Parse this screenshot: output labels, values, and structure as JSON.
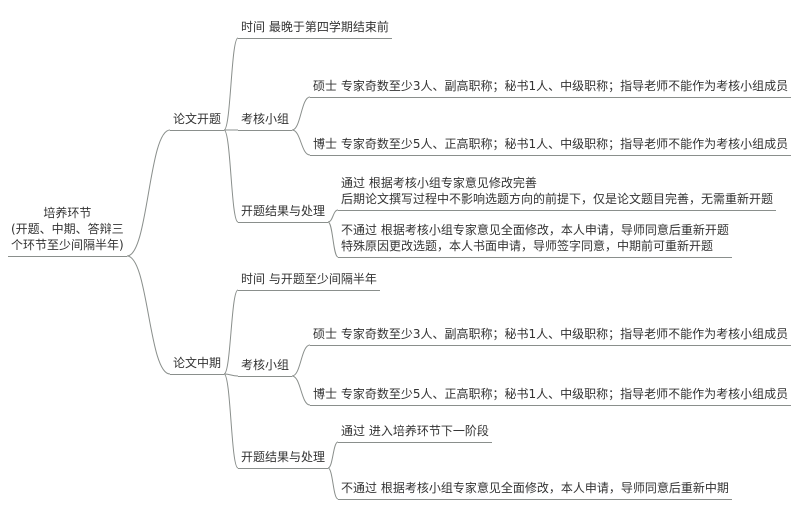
{
  "colors": {
    "line": "#8a8f8c",
    "text": "#333333",
    "background": "#ffffff"
  },
  "root": {
    "label": "培养环节\n(开题、中期、答辩三\n个环节至少间隔半年)"
  },
  "proposal": {
    "label": "论文开题",
    "time": "时间 最晚于第四学期结束前",
    "committee": {
      "label": "考核小组",
      "master": "硕士 专家奇数至少3人、副高职称；秘书1人、中级职称；指导老师不能作为考核小组成员",
      "doctor": "博士 专家奇数至少5人、正高职称；秘书1人、中级职称；指导老师不能作为考核小组成员"
    },
    "result": {
      "label": "开题结果与处理",
      "pass": "通过 根据考核小组专家意见修改完善\n后期论文撰写过程中不影响选题方向的前提下，仅是论文题目完善，无需重新开题",
      "fail": "不通过 根据考核小组专家意见全面修改，本人申请，导师同意后重新开题\n特殊原因更改选题，本人书面申请，导师签字同意，中期前可重新开题"
    }
  },
  "midterm": {
    "label": "论文中期",
    "time": "时间 与开题至少间隔半年",
    "committee": {
      "label": "考核小组",
      "master": "硕士 专家奇数至少3人、副高职称；秘书1人、中级职称；指导老师不能作为考核小组成员",
      "doctor": "博士 专家奇数至少5人、正高职称；秘书1人、中级职称；指导老师不能作为考核小组成员"
    },
    "result": {
      "label": "开题结果与处理",
      "pass": "通过 进入培养环节下一阶段",
      "fail": "不通过 根据考核小组专家意见全面修改，本人申请，导师同意后重新中期"
    }
  }
}
